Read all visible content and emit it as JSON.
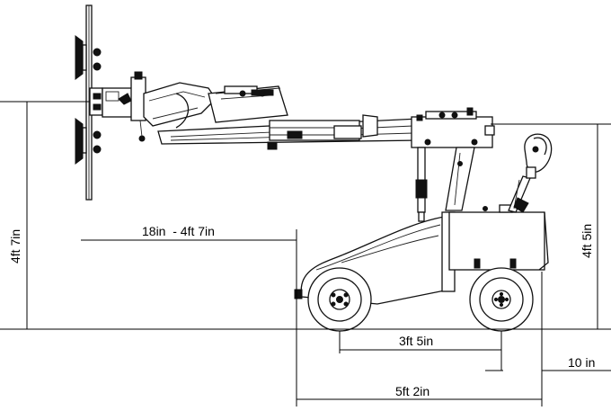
{
  "dimensions": {
    "arm_reach": "18in  - 4ft 7in",
    "arm_height": "4ft 7in",
    "body_height": "4ft 5in",
    "wheelbase": "3ft 5in",
    "overall_length": "5ft 2in",
    "rear_overhang": "10 in"
  },
  "colors": {
    "line": "#111111",
    "background": "#ffffff"
  }
}
